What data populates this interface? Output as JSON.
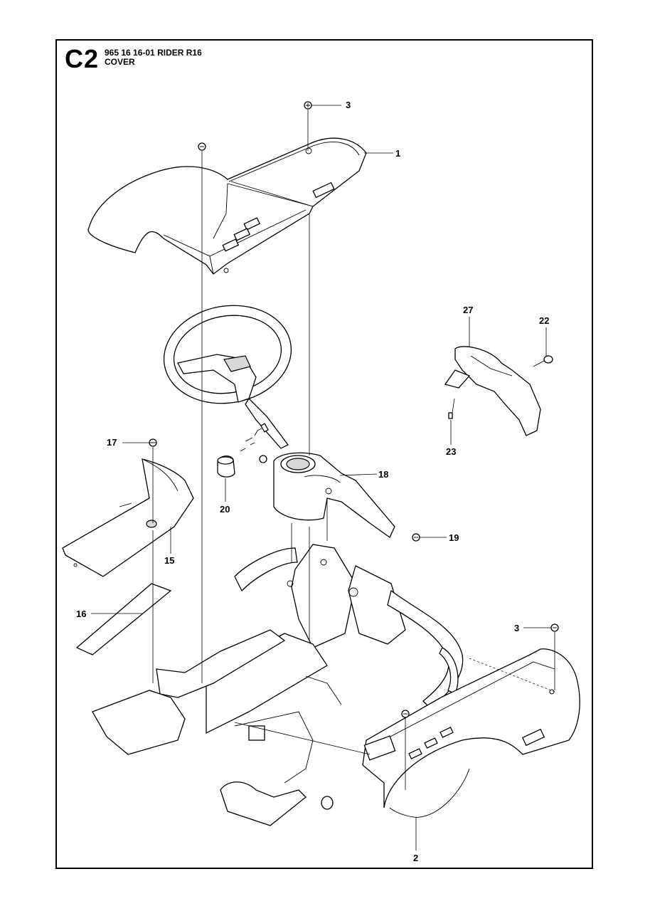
{
  "header": {
    "code": "C2",
    "line1": "965 16 16-01 RIDER R16",
    "line2": "COVER"
  },
  "callouts": [
    {
      "id": "c1",
      "label": "1"
    },
    {
      "id": "c2",
      "label": "2"
    },
    {
      "id": "c3a",
      "label": "3"
    },
    {
      "id": "c3b",
      "label": "3"
    },
    {
      "id": "c15",
      "label": "15"
    },
    {
      "id": "c16",
      "label": "16"
    },
    {
      "id": "c17",
      "label": "17"
    },
    {
      "id": "c18",
      "label": "18"
    },
    {
      "id": "c19",
      "label": "19"
    },
    {
      "id": "c20",
      "label": "20"
    },
    {
      "id": "c22",
      "label": "22"
    },
    {
      "id": "c23",
      "label": "23"
    },
    {
      "id": "c27",
      "label": "27"
    }
  ]
}
